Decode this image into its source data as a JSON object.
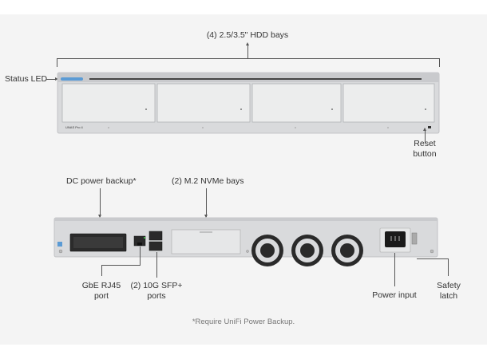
{
  "labels": {
    "hdd_bays": "(4) 2.5/3.5\" HDD bays",
    "status_led": "Status LED",
    "reset_line1": "Reset",
    "reset_line2": "button",
    "dc_power": "DC power backup*",
    "nvme_bays": "(2) M.2 NVMe bays",
    "rj45_line1": "GbE RJ45",
    "rj45_line2": "port",
    "sfp_line1": "(2) 10G SFP+",
    "sfp_line2": "ports",
    "power_input": "Power input",
    "latch_line1": "Safety",
    "latch_line2": "latch"
  },
  "footnote": "*Require UniFi Power Backup.",
  "device": {
    "front_badge": "UNAS Pro 4"
  },
  "colors": {
    "status_led": "#5b9bd5",
    "chassis": "#d9dadc",
    "drive_tray": "#eceded",
    "fan": "#2a2a2a",
    "power_inlet": "#1a1a1a",
    "rj45_led": "#3cb043"
  }
}
